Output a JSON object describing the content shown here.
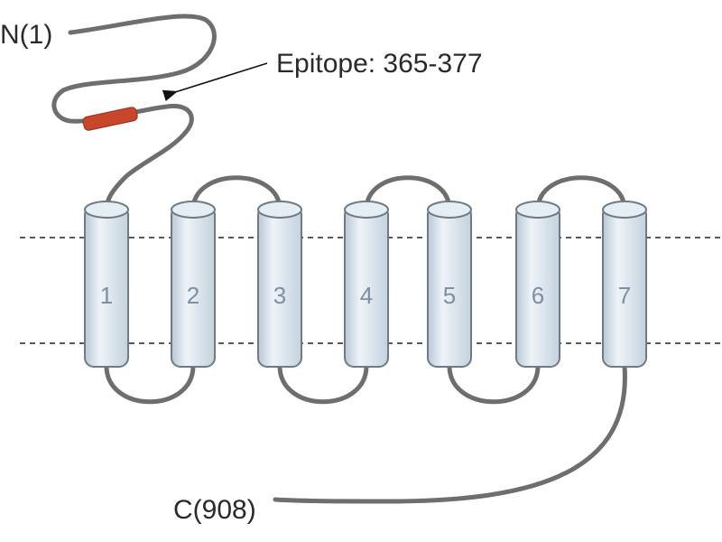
{
  "labels": {
    "n_terminus": "N(1)",
    "c_terminus": "C(908)",
    "epitope": "Epitope: 365-377"
  },
  "helices": [
    "1",
    "2",
    "3",
    "4",
    "5",
    "6",
    "7"
  ],
  "colors": {
    "loop": "#6e6e6e",
    "helix_fill": "#d4e0ea",
    "helix_outline": "#6e7a86",
    "epitope": "#c8472b",
    "membrane_line": "#222222"
  }
}
